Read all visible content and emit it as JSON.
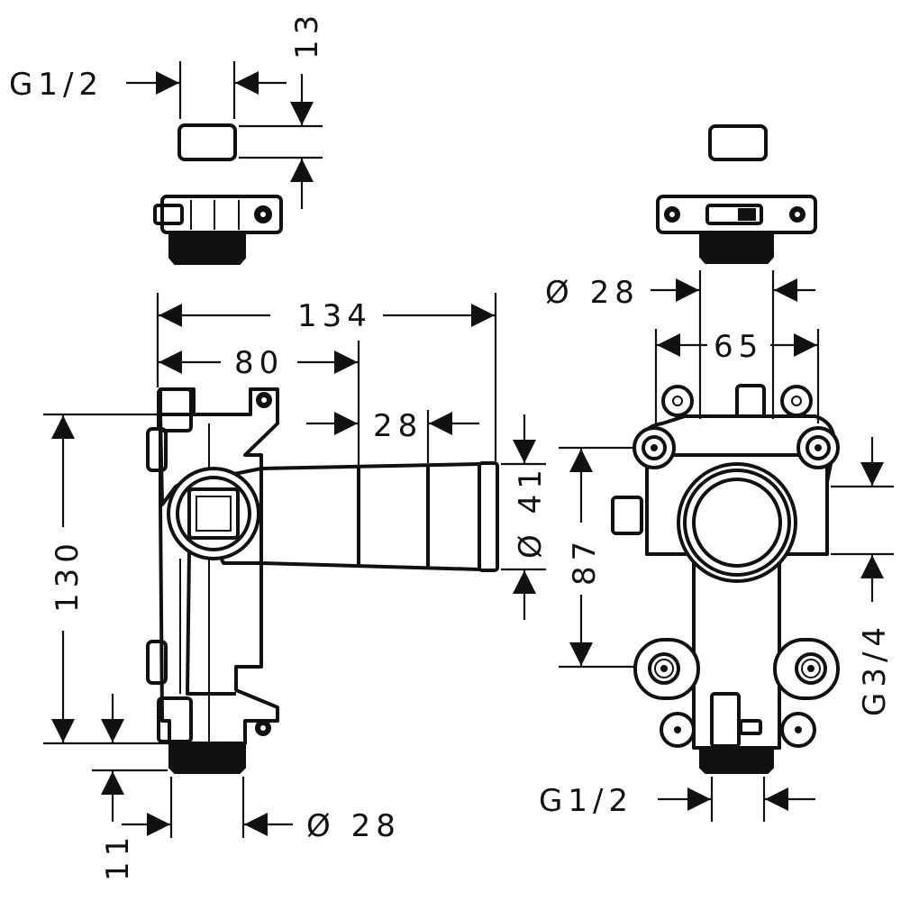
{
  "drawing": {
    "left_view": {
      "cap_thread": "G1/2",
      "cap_height": "13",
      "overall_length": "134",
      "body_to_pipe": "80",
      "pipe_segment": "28",
      "pipe_diameter": "Ø 41",
      "height": "130",
      "thread_length": "11",
      "outlet_diameter": "Ø 28"
    },
    "right_view": {
      "adapter_diameter": "Ø 28",
      "width": "65",
      "mount_spacing": "87",
      "port_thread": "G3/4",
      "bottom_thread": "G1/2"
    },
    "colors": {
      "line": "#111111",
      "background": "#ffffff"
    }
  }
}
